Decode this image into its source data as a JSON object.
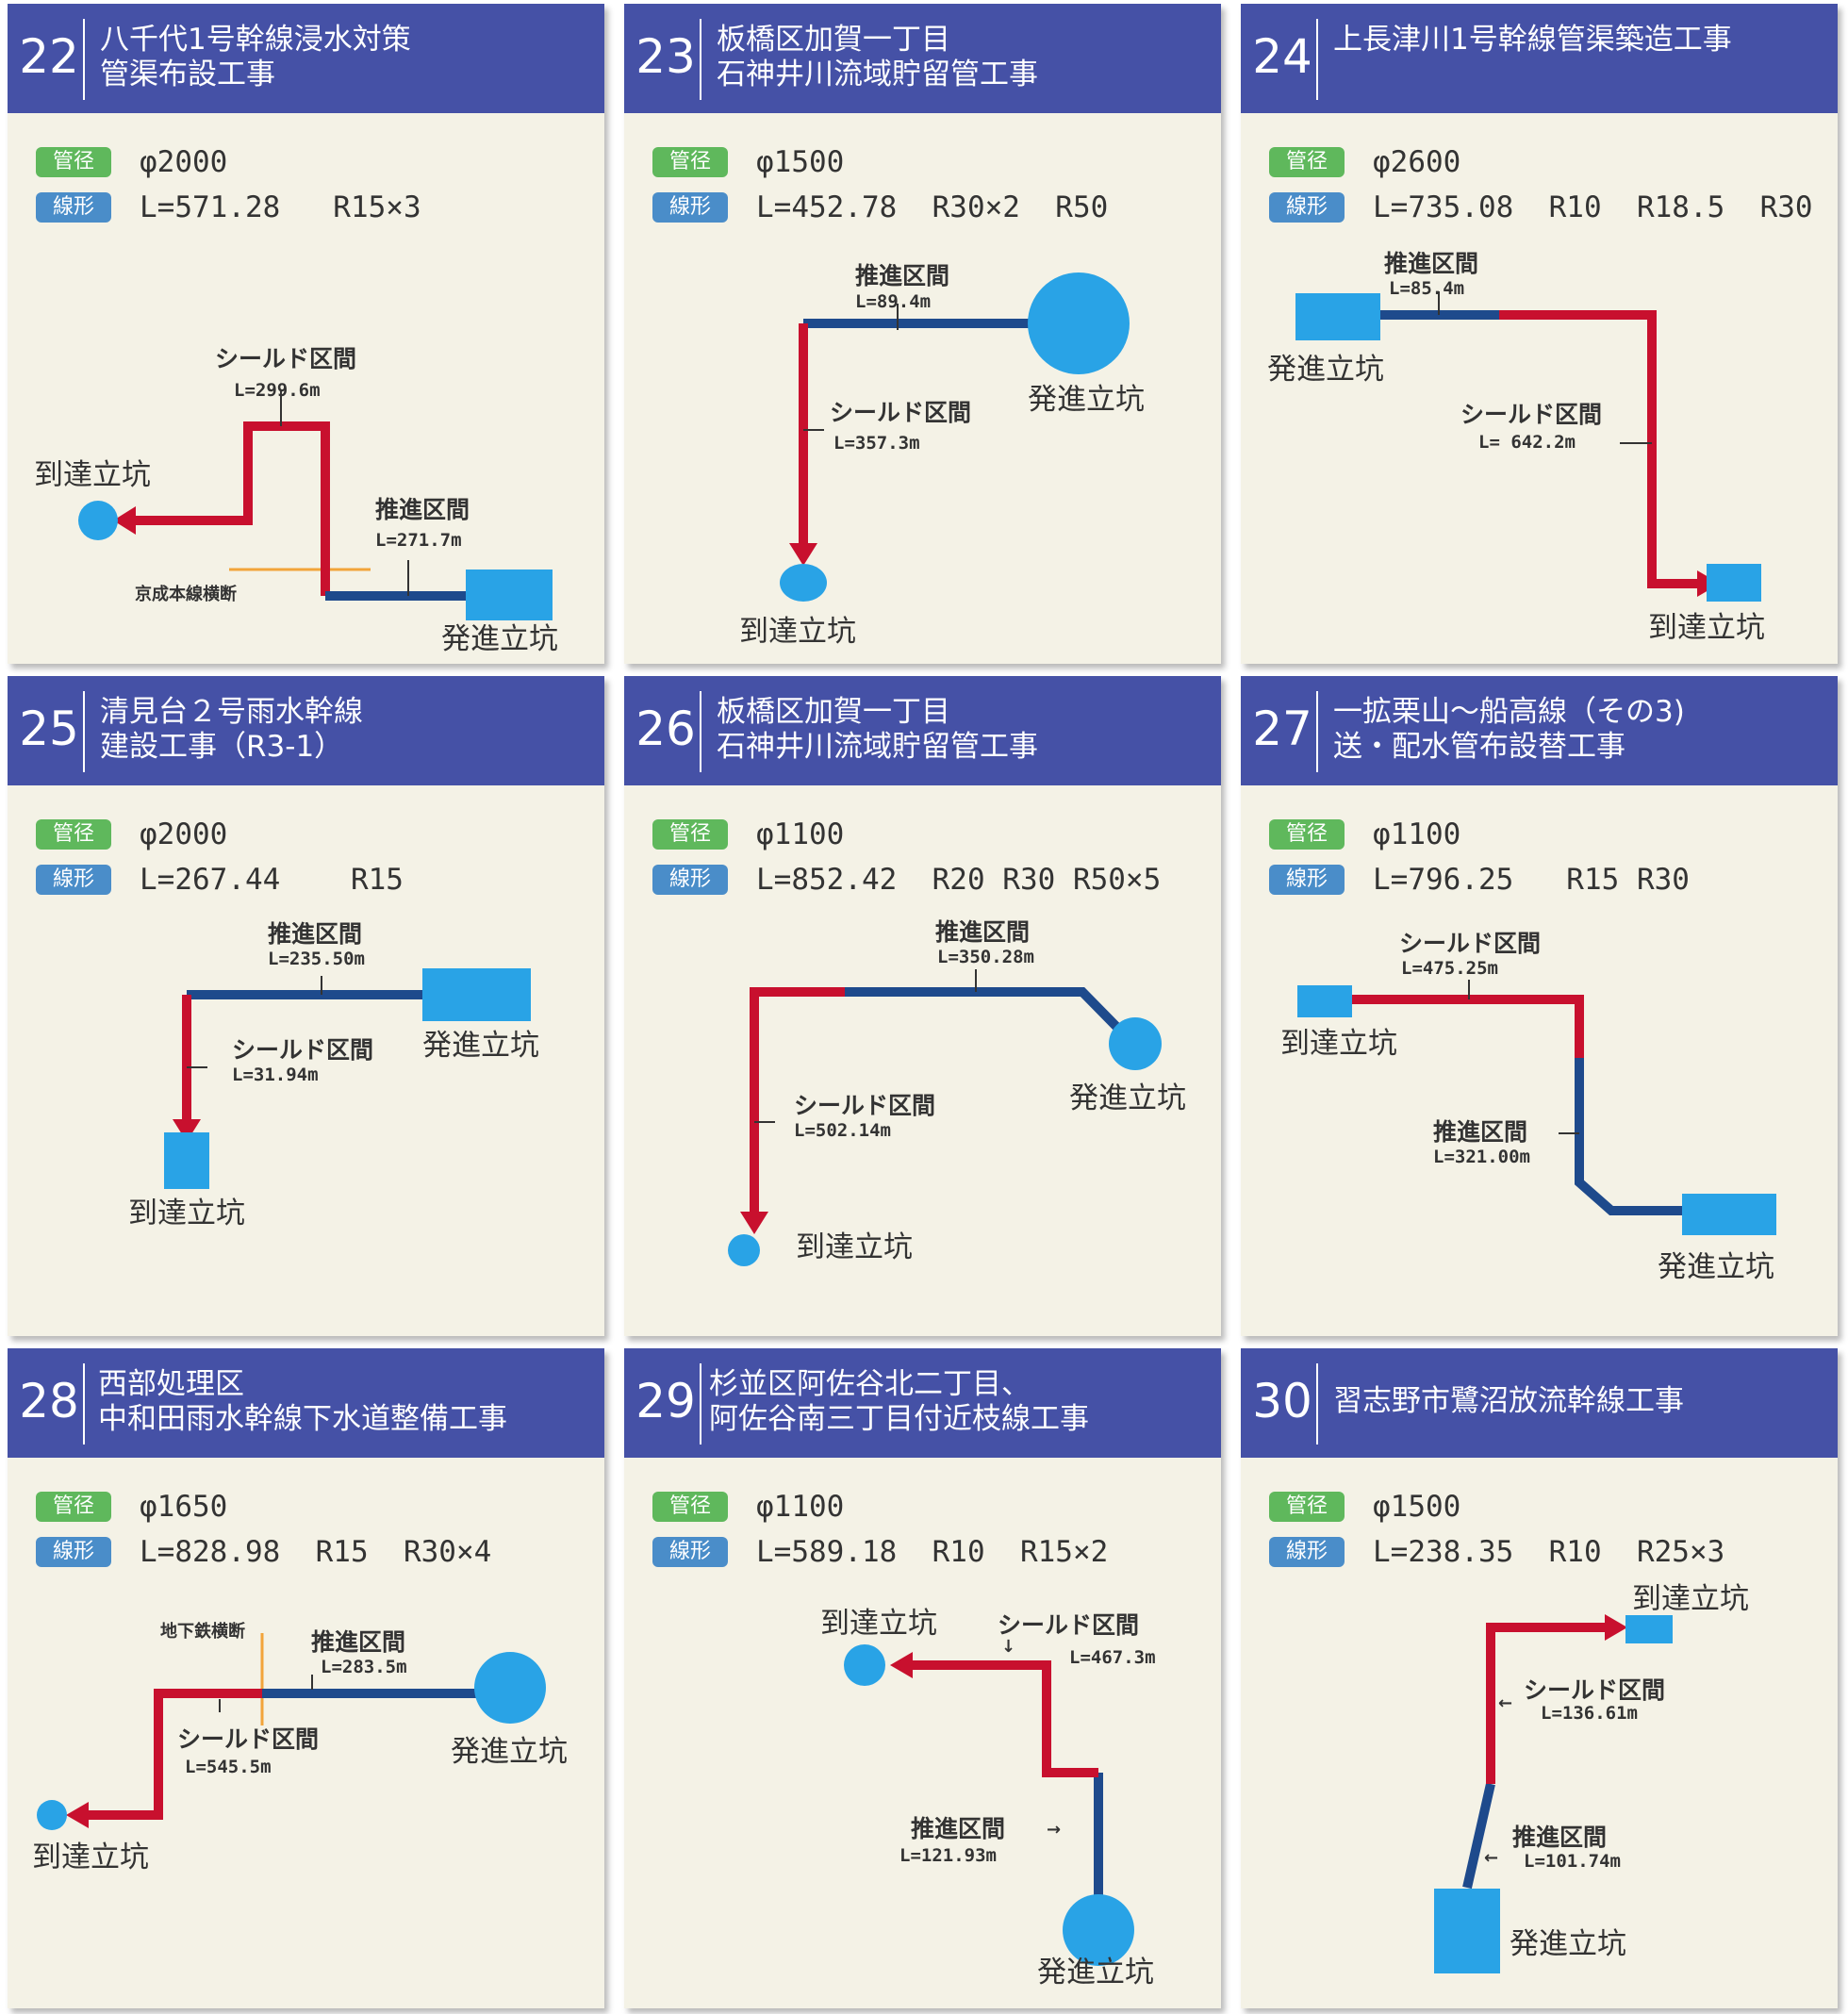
{
  "labels": {
    "dia_badge": "管径",
    "line_badge": "線形"
  },
  "colors": {
    "header_bg": "#4551a6",
    "card_bg": "#f4f2e6",
    "shield_route": "#c8102e",
    "jacking_route": "#1e4a8c",
    "shaft": "#29a3e6",
    "dia_badge": "#5fb85c",
    "line_badge": "#4a8dc9",
    "crossing_line": "#f2a43a"
  },
  "projects": [
    {
      "number": "22",
      "title": [
        "八千代1号幹線浸水対策",
        "管渠布設工事"
      ],
      "diameter": "φ2000",
      "alignment": "L=571.28   R15×3",
      "texts": {
        "shield_title": "シールド区間",
        "shield_len": "L=299.6m",
        "jack_title": "推進区間",
        "jack_len": "L=271.7m",
        "arrival": "到達立坑",
        "departure": "発進立坑",
        "crossing": "京成本線横断"
      }
    },
    {
      "number": "23",
      "title": [
        "板橋区加賀一丁目",
        "石神井川流域貯留管工事"
      ],
      "diameter": "φ1500",
      "alignment": "L=452.78  R30×2  R50",
      "texts": {
        "jack_title": "推進区間",
        "jack_len": "L=89.4m",
        "shield_title": "シールド区間",
        "shield_len": "L=357.3m",
        "departure": "発進立坑",
        "arrival": "到達立坑"
      }
    },
    {
      "number": "24",
      "title": [
        "上長津川1号幹線管渠築造工事"
      ],
      "diameter": "φ2600",
      "alignment": "L=735.08  R10  R18.5  R30",
      "texts": {
        "jack_title": "推進区間",
        "jack_len": "L=85.4m",
        "shield_title": "シールド区間",
        "shield_len": "L= 642.2m",
        "departure": "発進立坑",
        "arrival": "到達立坑"
      }
    },
    {
      "number": "25",
      "title": [
        "清見台２号雨水幹線",
        "建設工事（R3-1）"
      ],
      "diameter": "φ2000",
      "alignment": "L=267.44    R15",
      "texts": {
        "jack_title": "推進区間",
        "jack_len": "L=235.50m",
        "shield_title": "シールド区間",
        "shield_len": "L=31.94m",
        "departure": "発進立坑",
        "arrival": "到達立坑"
      }
    },
    {
      "number": "26",
      "title": [
        "板橋区加賀一丁目",
        "石神井川流域貯留管工事"
      ],
      "diameter": "φ1100",
      "alignment": "L=852.42  R20 R30 R50×5",
      "texts": {
        "jack_title": "推進区間",
        "jack_len": "L=350.28m",
        "shield_title": "シールド区間",
        "shield_len": "L=502.14m",
        "departure": "発進立坑",
        "arrival": "到達立坑"
      }
    },
    {
      "number": "27",
      "title": [
        "一拡栗山～船高線（その3)",
        "送・配水管布設替工事"
      ],
      "diameter": "φ1100",
      "alignment": "L=796.25   R15 R30",
      "texts": {
        "shield_title": "シールド区間",
        "shield_len": "L=475.25m",
        "jack_title": "推進区間",
        "jack_len": "L=321.00m",
        "arrival": "到達立坑",
        "departure": "発進立坑"
      }
    },
    {
      "number": "28",
      "title": [
        "西部処理区",
        "中和田雨水幹線下水道整備工事"
      ],
      "diameter": "φ1650",
      "alignment": "L=828.98  R15  R30×4",
      "texts": {
        "crossing": "地下鉄横断",
        "jack_title": "推進区間",
        "jack_len": "L=283.5m",
        "shield_title": "シールド区間",
        "shield_len": "L=545.5m",
        "departure": "発進立坑",
        "arrival": "到達立坑"
      }
    },
    {
      "number": "29",
      "title": [
        "杉並区阿佐谷北二丁目、",
        "阿佐谷南三丁目付近枝線工事"
      ],
      "diameter": "φ1100",
      "alignment": "L=589.18  R10  R15×2",
      "texts": {
        "arrival": "到達立坑",
        "shield_title": "シールド区間",
        "shield_len": "L=467.3m",
        "jack_title": "推進区間",
        "jack_len": "L=121.93m",
        "departure": "発進立坑"
      }
    },
    {
      "number": "30",
      "title": [
        "習志野市鷺沼放流幹線工事"
      ],
      "diameter": "φ1500",
      "alignment": "L=238.35  R10  R25×3",
      "texts": {
        "arrival": "到達立坑",
        "shield_title": "シールド区間",
        "shield_len": "L=136.61m",
        "jack_title": "推進区間",
        "jack_len": "L=101.74m",
        "departure": "発進立坑"
      }
    }
  ]
}
